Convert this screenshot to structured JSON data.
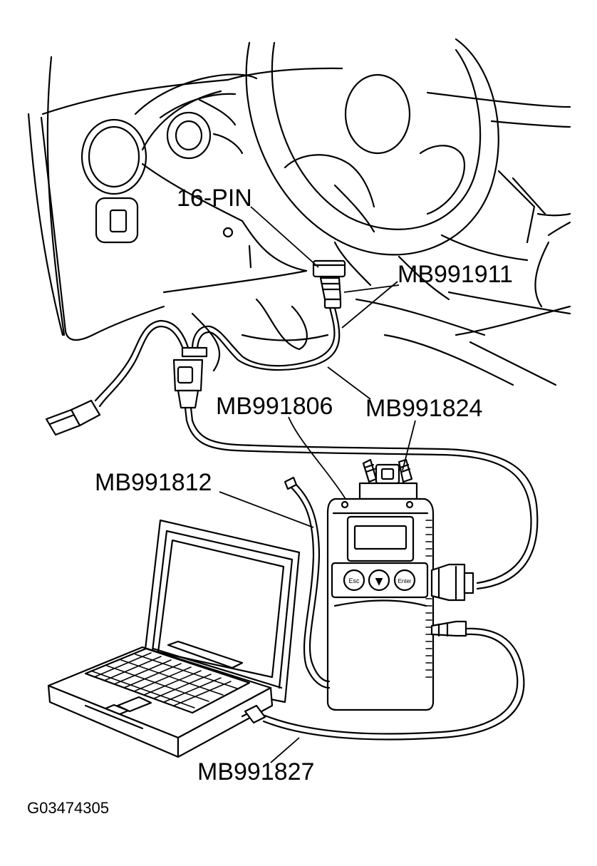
{
  "labels": {
    "connector_16pin": "16-PIN",
    "cable_mb991911": "MB991911",
    "vci_mb991806": "MB991806",
    "adapter_mb991824": "MB991824",
    "usb_cable_mb991812": "MB991812",
    "cable_mb991827": "MB991827"
  },
  "figure_id": "G03474305",
  "vci_buttons": {
    "esc": "Esc",
    "down": "▼",
    "enter": "Enter"
  }
}
